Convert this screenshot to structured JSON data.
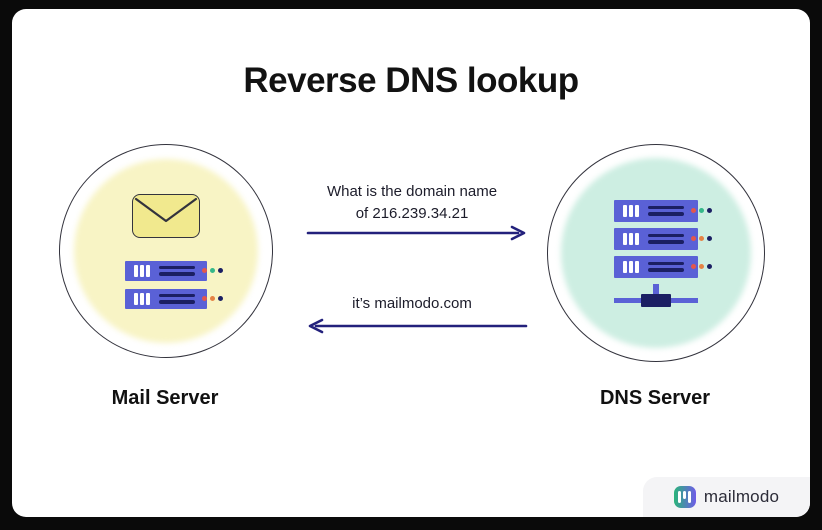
{
  "title": "Reverse DNS lookup",
  "diagram": {
    "mail_server": {
      "label": "Mail Server",
      "circle_fill": "#f8f4c5"
    },
    "dns_server": {
      "label": "DNS Server",
      "circle_fill": "#cdeee2"
    },
    "query": {
      "line1": "What is the domain name",
      "line2": "of 216.239.34.21",
      "direction": "right"
    },
    "response": {
      "text": "it’s mailmodo.com",
      "direction": "left"
    },
    "arrow_color": "#23217c"
  },
  "branding": {
    "logo_text": "mailmodo",
    "logo_gradient": [
      "#2ab57a",
      "#6f5be8"
    ]
  },
  "palette": {
    "card_background": "#ffffff",
    "frame_background": "#0a0a0a",
    "server_body": "#5a61d6",
    "server_detail": "#1b1f63",
    "envelope_fill": "#f1e98e",
    "outline": "#33333d",
    "dot_red": "#e2574c",
    "dot_orange": "#e58345",
    "dot_green": "#35b889"
  }
}
